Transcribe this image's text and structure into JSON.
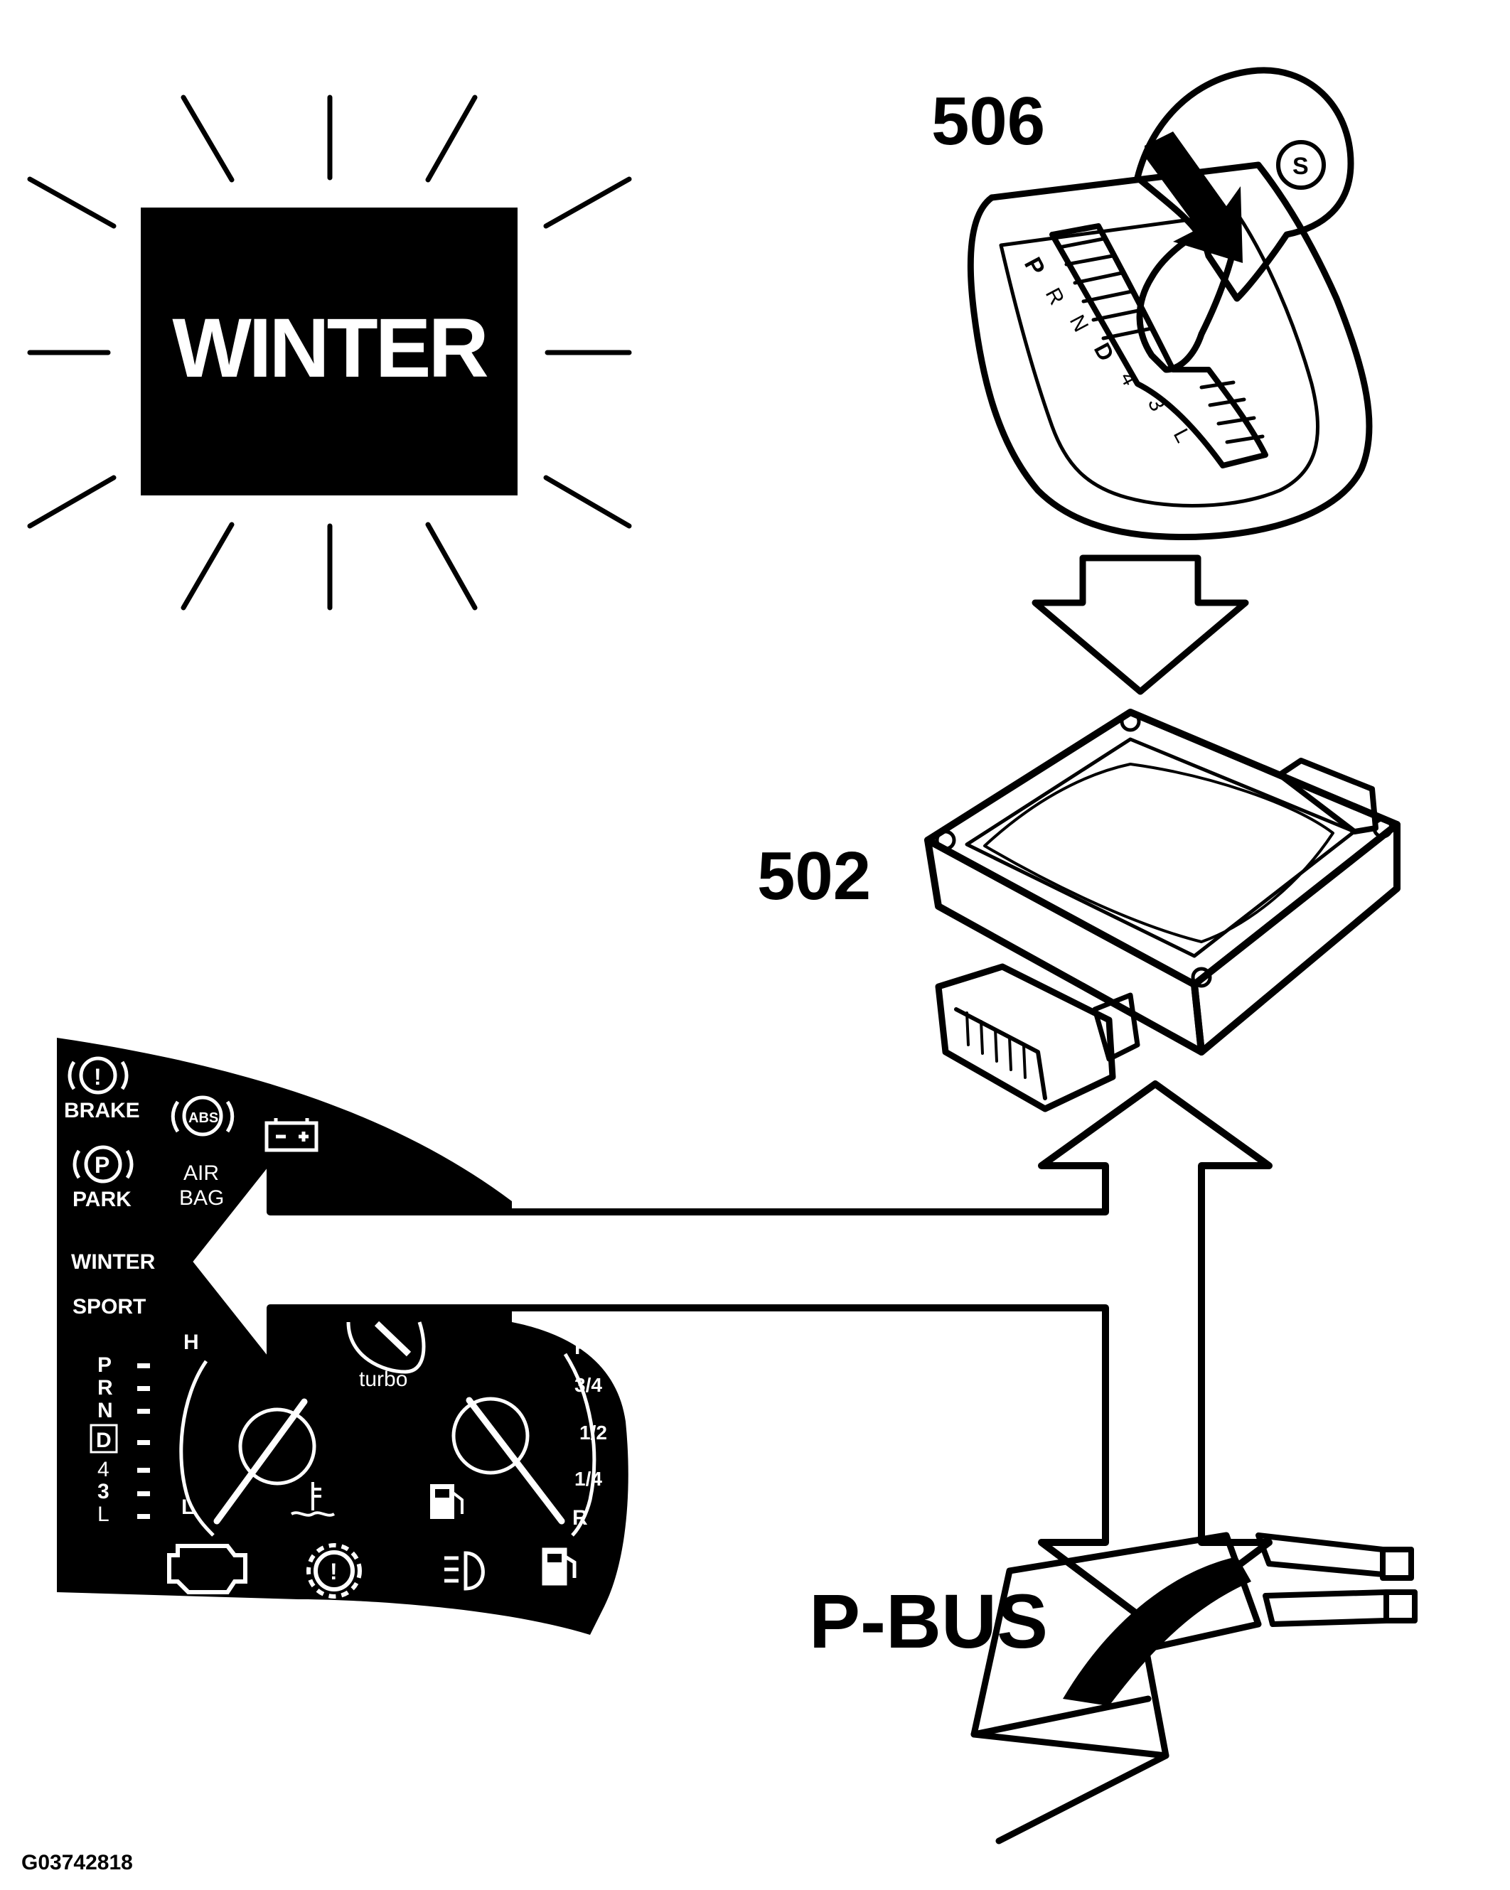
{
  "figure_id": "G03742818",
  "callouts": {
    "selector": "506",
    "control_module": "502",
    "bus": "P-BUS"
  },
  "winter_indicator": {
    "text": "WINTER"
  },
  "selector_positions": [
    "P",
    "R",
    "N",
    "D",
    "4",
    "3",
    "L"
  ],
  "cluster": {
    "brake": "BRAKE",
    "park": "PARK",
    "abs": "ABS",
    "airbag_line1": "AIR",
    "airbag_line2": "BAG",
    "winter": "WINTER",
    "sport": "SPORT",
    "turbo": "turbo",
    "gear_letters": [
      "P",
      "R",
      "N",
      "D",
      "4",
      "3",
      "L"
    ],
    "temp_high": "H",
    "temp_low": "L",
    "fuel_full": "F",
    "fuel_three_quarter": "3/4",
    "fuel_half": "1/2",
    "fuel_quarter": "1/4",
    "fuel_reserve": "R"
  },
  "colors": {
    "ink": "#000000",
    "paper": "#ffffff"
  },
  "icons": [
    "brake-warning-icon",
    "abs-icon",
    "park-brake-icon",
    "battery-icon",
    "engine-check-icon",
    "transmission-icon",
    "coolant-temp-icon",
    "fuel-pump-icon",
    "headlight-icon",
    "key-icon"
  ]
}
